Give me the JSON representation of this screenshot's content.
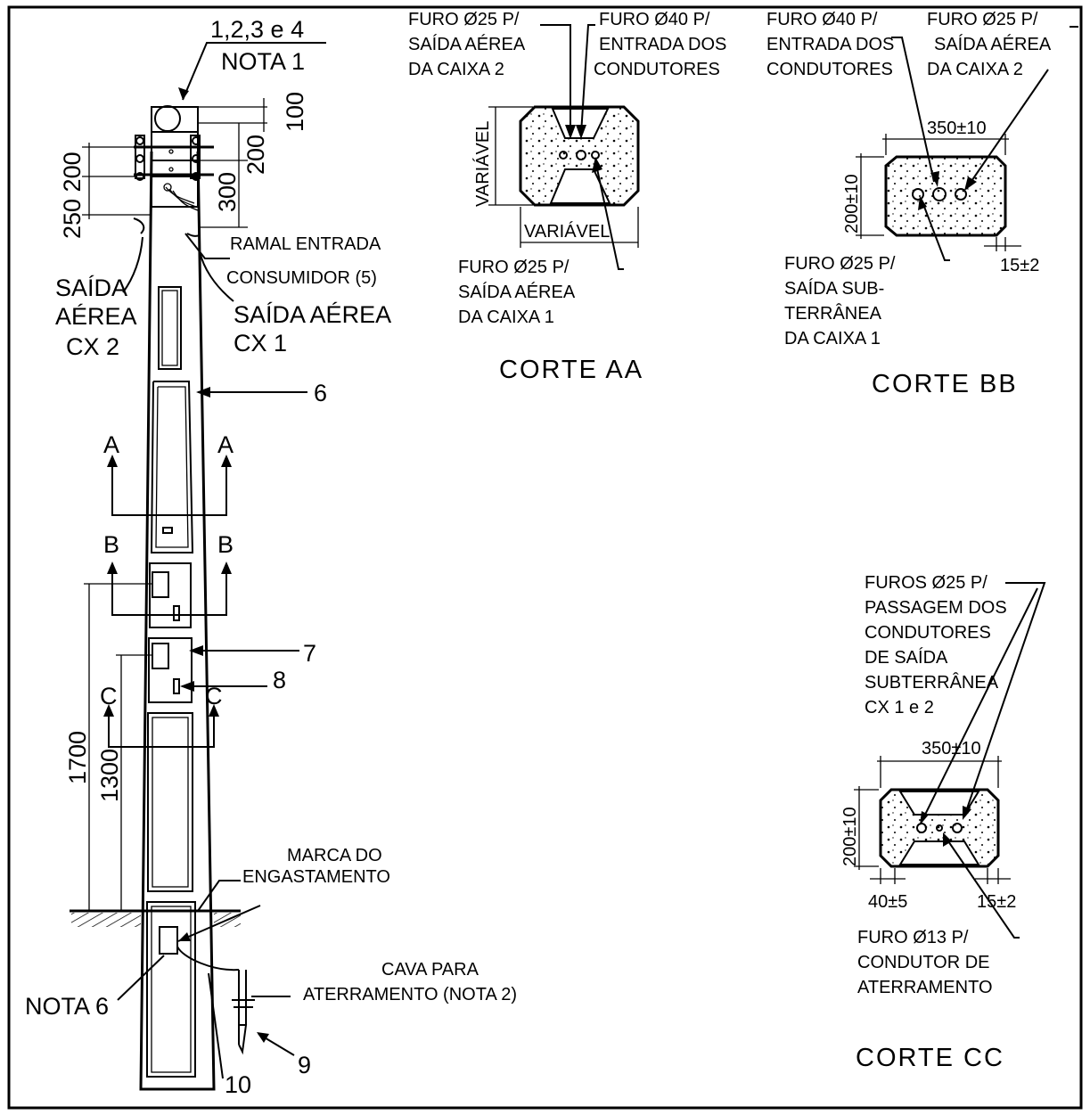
{
  "pole": {
    "top_note_line1": "1,2,3 e 4",
    "top_note_line2": "NOTA 1",
    "dim_100": "100",
    "dim_200_right": "200",
    "dim_300": "300",
    "dim_250_200": "250 200",
    "ramal_line1": "RAMAL ENTRADA",
    "ramal_line2": "CONSUMIDOR (5)",
    "saida_cx1_line1": "SAÍDA AÉREA",
    "saida_cx1_line2": "CX 1",
    "saida_cx2_line1": "SAÍDA",
    "saida_cx2_line2": "AÉREA",
    "saida_cx2_line3": "CX 2",
    "item_6": "6",
    "item_7": "7",
    "item_8": "8",
    "item_9": "9",
    "item_10": "10",
    "section_a": "A",
    "section_b": "B",
    "section_c": "C",
    "dim_1700": "1700",
    "dim_1300": "1300",
    "marca_line1": "MARCA DO",
    "marca_line2": "ENGASTAMENTO",
    "nota6": "NOTA 6",
    "cava_line1": "CAVA PARA",
    "cava_line2": "ATERRAMENTO (NOTA 2)"
  },
  "corte_aa": {
    "title": "CORTE AA",
    "furo25_top_line1": "FURO Ø25 P/",
    "furo25_top_line2": "SAÍDA AÉREA",
    "furo25_top_line3": "DA CAIXA 2",
    "furo40_line1": "FURO Ø40 P/",
    "furo40_line2": "ENTRADA DOS",
    "furo40_line3": "CONDUTORES",
    "variavel_h": "VARIÁVEL",
    "variavel_v": "VARIÁVEL",
    "furo25_bot_line1": "FURO Ø25 P/",
    "furo25_bot_line2": "SAÍDA AÉREA",
    "furo25_bot_line3": "DA CAIXA 1"
  },
  "corte_bb": {
    "title": "CORTE BB",
    "furo40_line1": "FURO Ø40 P/",
    "furo40_line2": "ENTRADA DOS",
    "furo40_line3": "CONDUTORES",
    "furo25_line1": "FURO Ø25 P/",
    "furo25_line2": "SAÍDA AÉREA",
    "furo25_line3": "DA CAIXA 2",
    "dim_width": "350±10",
    "dim_height": "200±10",
    "dim_15": "15±2",
    "furo25_sub_line1": "FURO Ø25 P/",
    "furo25_sub_line2": "SAÍDA SUB-",
    "furo25_sub_line3": "TERRÂNEA",
    "furo25_sub_line4": "DA CAIXA 1"
  },
  "corte_cc": {
    "title": "CORTE CC",
    "furos_line1": "FUROS Ø25 P/",
    "furos_line2": "PASSAGEM DOS",
    "furos_line3": "CONDUTORES",
    "furos_line4": "DE SAÍDA",
    "furos_line5": "SUBTERRÂNEA",
    "furos_line6": "CX 1 e 2",
    "dim_width": "350±10",
    "dim_height": "200±10",
    "dim_40": "40±5",
    "dim_15": "15±2",
    "furo13_line1": "FURO Ø13 P/",
    "furo13_line2": "CONDUTOR DE",
    "furo13_line3": "ATERRAMENTO"
  }
}
